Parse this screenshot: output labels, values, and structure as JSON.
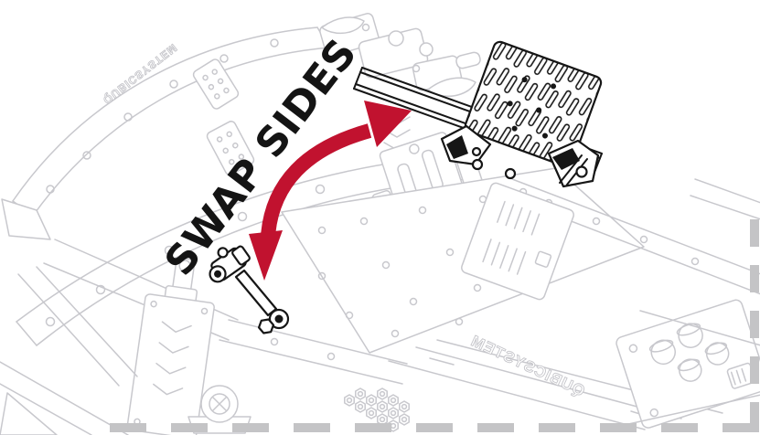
{
  "diagram": {
    "instruction_label": "SWAP SIDES",
    "brand_label": "QUBICSYSTEM",
    "brand_label_small": "QUBICSYSTEM",
    "colors": {
      "arrow": "#c1122f",
      "line_gray": "#c8c8cd",
      "line_black": "#161616",
      "dash_gray": "#c4c4c6",
      "background": "#ffffff"
    }
  }
}
